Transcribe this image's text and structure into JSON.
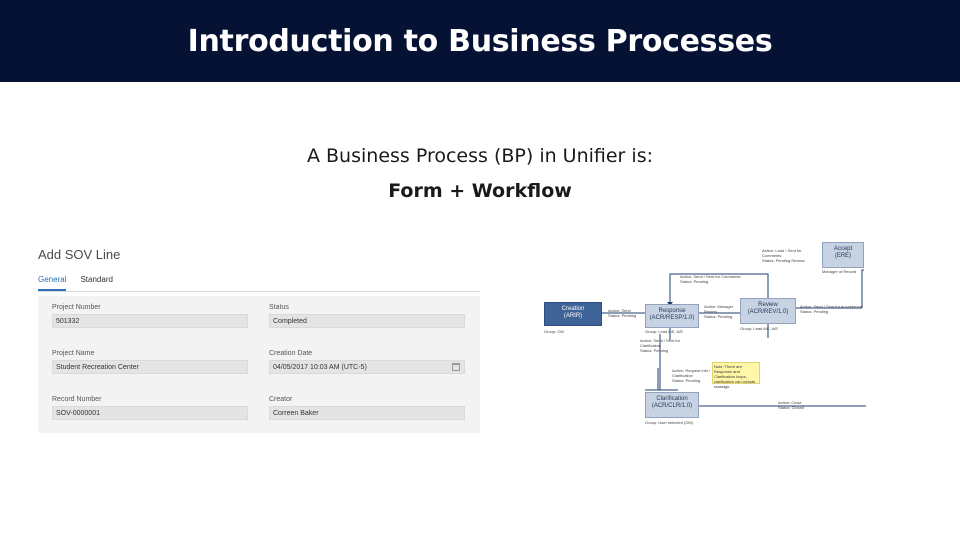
{
  "slide": {
    "title": "Introduction to Business Processes",
    "subtitle": "A Business Process (BP) in Unifier is:",
    "formula": "Form + Workflow"
  },
  "form": {
    "title": "Add SOV Line",
    "tabs": [
      "General",
      "Standard"
    ],
    "fields": {
      "project_number": {
        "label": "Project Number",
        "value": "501332"
      },
      "status": {
        "label": "Status",
        "value": "Completed"
      },
      "project_name": {
        "label": "Project Name",
        "value": "Student Recreation Center"
      },
      "creation_date": {
        "label": "Creation Date",
        "value": "04/05/2017 10:03 AM  (UTC-5)"
      },
      "record_number": {
        "label": "Record Number",
        "value": "SOV-0000001"
      },
      "creator": {
        "label": "Creator",
        "value": "Correen Baker"
      }
    }
  },
  "workflow": {
    "nodes": {
      "creation": {
        "name": "Creation",
        "code": "(ARIR)"
      },
      "response": {
        "name": "Response",
        "code": "(ACR/RESP/1.0)"
      },
      "review": {
        "name": "Review",
        "code": "(ACR/REV/1.0)"
      },
      "accept": {
        "name": "Accept",
        "code": "(ERE)"
      },
      "clarification": {
        "name": "Clarification",
        "code": "(ACR/CLR/1.0)"
      }
    },
    "notes": {
      "n1": "Action: Lead / Sent for Comments",
      "n1b": "Status: Pending Review",
      "n2": "Action: Send / Sent for Comments",
      "n2b": "Status: Pending",
      "n3": "Action: Send",
      "n3b": "Status: Pending",
      "n4": "Action: Manager Review",
      "n4b": "Status: Pending",
      "n5": "Action: Send / Sent for Acceptance",
      "n5b": "Status: Pending",
      "n6": "Group: OM",
      "n7": "Group: Lead A/E, A/E",
      "n8": "Group: Lead A/E, A/E",
      "n9": "Action: Send / Sent for Clarification",
      "n9b": "Status: Pending",
      "n10": "Action: Request Info / Clarification",
      "n10b": "Status: Pending",
      "n11": "Action: Close",
      "n11b": "Status: Closed",
      "n12": "Group: User selected (OM)",
      "n13": "Manager of Record",
      "sticky": "Note: There are Response and Clarification loops, clarification can include reassign."
    }
  },
  "colors": {
    "title_bar": "#061233",
    "start_node": "#3e6396",
    "step_node": "#c7d3e3",
    "connector": "#1a3d70"
  }
}
